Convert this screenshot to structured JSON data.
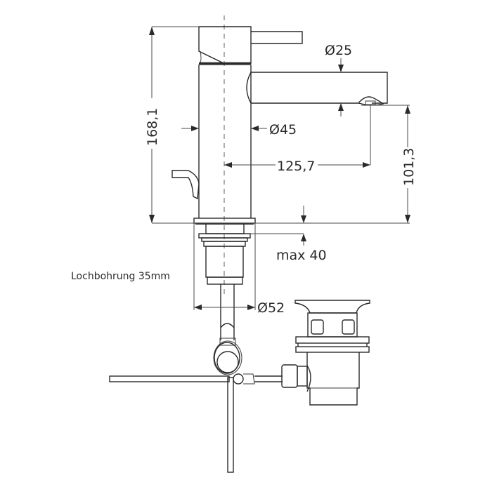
{
  "drawing": {
    "title": "Waschtischarmatur Maßzeichnung",
    "dimensions": {
      "total_height": "168,1",
      "spout_diameter": "Ø25",
      "body_diameter": "Ø45",
      "spout_reach": "125,7",
      "spout_height": "101,3",
      "max_deck_thickness": "max 40",
      "flange_diameter": "Ø52"
    },
    "notes": {
      "hole_size": "Lochbohrung 35mm"
    },
    "components": [
      "mixer-lever",
      "faucet-body",
      "spout",
      "aerator",
      "pop-up-lever",
      "mounting-flange",
      "threaded-shank",
      "supply-hose",
      "pop-up-rod",
      "drain-linkage",
      "pop-up-waste-valve"
    ],
    "colors": {
      "line": "#2a2a2a",
      "background": "#ffffff",
      "centerline": "#7a7a7a"
    }
  }
}
